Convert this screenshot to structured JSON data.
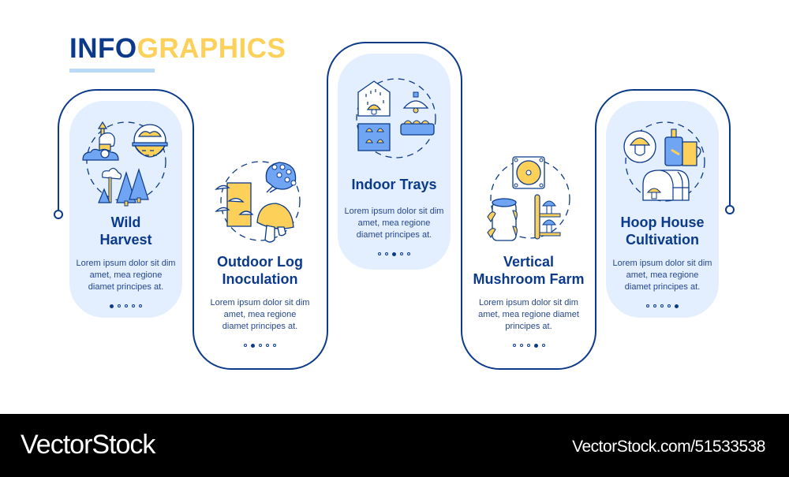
{
  "header": {
    "title_part1": "INFO",
    "title_part2": "GRAPHICS"
  },
  "colors": {
    "dark_blue": "#0b3a8a",
    "yellow": "#fdd05a",
    "light_blue_fill": "#e3efff",
    "mid_blue": "#6fa5f2",
    "underline": "#b9dbf7"
  },
  "steps": [
    {
      "title_line1": "Wild",
      "title_line2": "Harvest",
      "description": "Lorem ipsum dolor sit dim amet, mea regione diamet principes at.",
      "icon": "wild-harvest-icon",
      "active_dot": 0,
      "filled": true
    },
    {
      "title_line1": "Outdoor Log",
      "title_line2": "Inoculation",
      "description": "Lorem ipsum dolor sit dim amet, mea regione diamet principes at.",
      "icon": "log-inoculation-icon",
      "active_dot": 1,
      "filled": false
    },
    {
      "title_line1": "Indoor Trays",
      "title_line2": "",
      "description": "Lorem ipsum dolor sit dim amet, mea regione diamet principes at.",
      "icon": "indoor-trays-icon",
      "active_dot": 2,
      "filled": true
    },
    {
      "title_line1": "Vertical",
      "title_line2": "Mushroom Farm",
      "description": "Lorem ipsum dolor sit dim amet, mea regione diamet principes at.",
      "icon": "vertical-farm-icon",
      "active_dot": 3,
      "filled": false
    },
    {
      "title_line1": "Hoop House",
      "title_line2": "Cultivation",
      "description": "Lorem ipsum dolor sit dim amet, mea regione diamet principes at.",
      "icon": "hoop-house-icon",
      "active_dot": 4,
      "filled": true
    }
  ],
  "footer": {
    "brand": "VectorStock",
    "reference": "VectorStock.com/51533538"
  }
}
